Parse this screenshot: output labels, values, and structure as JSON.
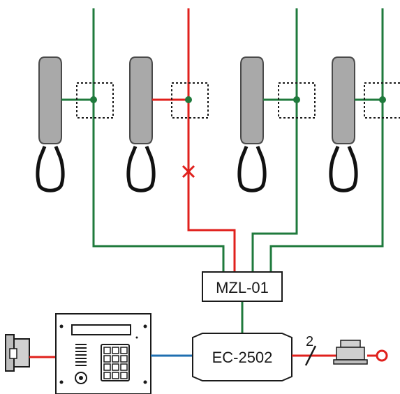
{
  "modules": {
    "splitter": {
      "label": "MZL-01"
    },
    "controller": {
      "label": "EC-2502"
    }
  },
  "annotations": {
    "wire_count": "2"
  },
  "colors": {
    "ok_line": "#1f7a3c",
    "fault_line": "#e0201c",
    "handset": "#a9a9a9",
    "handset_stroke": "#4a4a4a",
    "panel_wire": "#1f6fb0",
    "lock_wire": "#e0201c",
    "outline": "#1a1a1a"
  },
  "handsets": [
    {
      "name": "handset-1",
      "line_status": "ok"
    },
    {
      "name": "handset-2",
      "line_status": "fault"
    },
    {
      "name": "handset-3",
      "line_status": "ok"
    },
    {
      "name": "handset-4",
      "line_status": "ok"
    }
  ],
  "fault_marker": {
    "symbol": "×",
    "line": "handset-2"
  },
  "icons": {
    "door_lock": "electric-strike-icon",
    "door_panel": "door-entry-panel-icon",
    "gong": "bell-button-icon"
  }
}
